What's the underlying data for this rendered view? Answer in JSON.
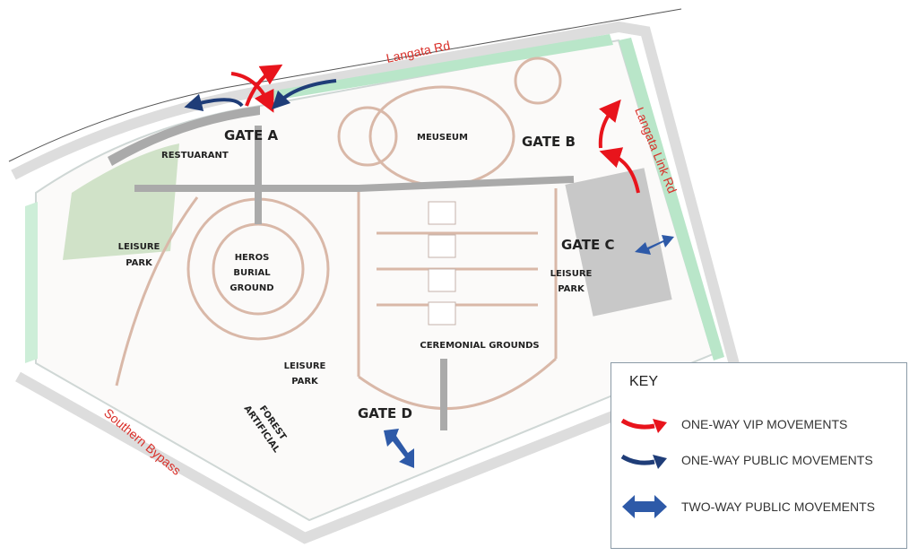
{
  "roads": {
    "top": "Langata Rd",
    "right": "Langata Link  Rd",
    "bottom_left": "Southern Bypass"
  },
  "gates": {
    "a": "GATE A",
    "b": "GATE B",
    "c": "GATE C",
    "d": "GATE D"
  },
  "zones": {
    "restaurant": "RESTUARANT",
    "museum": "MEUSEUM",
    "leisure_park_left": [
      "LEISURE",
      "PARK"
    ],
    "heros_burial": [
      "HEROS",
      "BURIAL",
      "GROUND"
    ],
    "leisure_park_right": [
      "LEISURE",
      "PARK"
    ],
    "ceremonial": "CEREMONIAL GROUNDS",
    "leisure_park_bottom": [
      "LEISURE",
      "PARK"
    ],
    "artificial_forest": [
      "ARTIFICIAL",
      "FOREST"
    ]
  },
  "key": {
    "title": "KEY",
    "items": [
      {
        "label": "ONE-WAY VIP MOVEMENTS",
        "icon": "curved-arrow-icon",
        "color": "#e8141c"
      },
      {
        "label": "ONE-WAY PUBLIC MOVEMENTS",
        "icon": "curved-arrow-icon",
        "color": "#1f3d78"
      },
      {
        "label": "TWO-WAY PUBLIC MOVEMENTS",
        "icon": "double-arrow-icon",
        "color": "#2e5aa8"
      }
    ]
  },
  "colors": {
    "vip": "#e8141c",
    "public_one_way": "#1f3d78",
    "public_two_way": "#2e5aa8",
    "green_strip": "#b9e6c9",
    "paths": "#d9b8a8",
    "road_label": "#d9302a"
  }
}
